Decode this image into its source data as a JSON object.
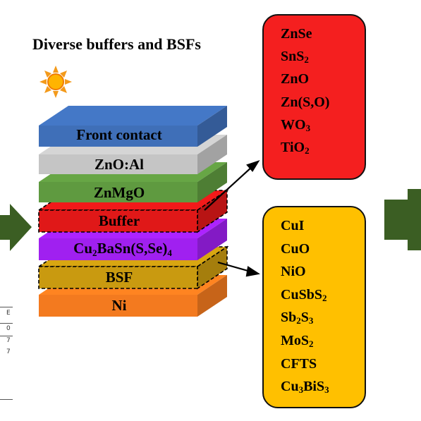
{
  "heading": "Diverse buffers and BSFs",
  "layers": [
    {
      "id": "front-contact",
      "label": "Front contact",
      "color": "#3f6fb8"
    },
    {
      "id": "zno-al",
      "label": "ZnO:Al",
      "color": "#c5c5c5"
    },
    {
      "id": "znmgo",
      "label": "ZnMgO",
      "color": "#5f9a40"
    },
    {
      "id": "buffer",
      "label": "Buffer",
      "color": "#e01818"
    },
    {
      "id": "absorber",
      "label_parts": [
        "Cu",
        "2",
        "BaSn(S,Se)",
        "4"
      ],
      "color": "#a020f0"
    },
    {
      "id": "bsf",
      "label": "BSF",
      "color": "#c99a10"
    },
    {
      "id": "ni",
      "label": "Ni",
      "color": "#f37a1f"
    }
  ],
  "buffer_box": {
    "color": "#f41f1f",
    "items": [
      {
        "base": "ZnSe",
        "sub": "",
        "tail": ""
      },
      {
        "base": "SnS",
        "sub": "2",
        "tail": ""
      },
      {
        "base": "ZnO",
        "sub": "",
        "tail": ""
      },
      {
        "base": "Zn(S,O)",
        "sub": "",
        "tail": ""
      },
      {
        "base": "WO",
        "sub": "3",
        "tail": ""
      },
      {
        "base": "TiO",
        "sub": "2",
        "tail": ""
      }
    ]
  },
  "bsf_box": {
    "color": "#ffc000",
    "items": [
      {
        "base": "CuI",
        "sub": "",
        "tail": ""
      },
      {
        "base": "CuO",
        "sub": "",
        "tail": ""
      },
      {
        "base": "NiO",
        "sub": "",
        "tail": ""
      },
      {
        "base": "CuSbS",
        "sub": "2",
        "tail": ""
      },
      {
        "base": "Sb",
        "sub": "2",
        "tail": "S",
        "sub2": "3"
      },
      {
        "base": "MoS",
        "sub": "2",
        "tail": ""
      },
      {
        "base": "CFTS",
        "sub": "",
        "tail": ""
      },
      {
        "base": "Cu",
        "sub": "3",
        "tail": "BiS",
        "sub2": "3"
      }
    ]
  },
  "flow_arrow_color": "#3b5e23",
  "table_fragment": [
    "E",
    "0",
    "7",
    "7"
  ]
}
